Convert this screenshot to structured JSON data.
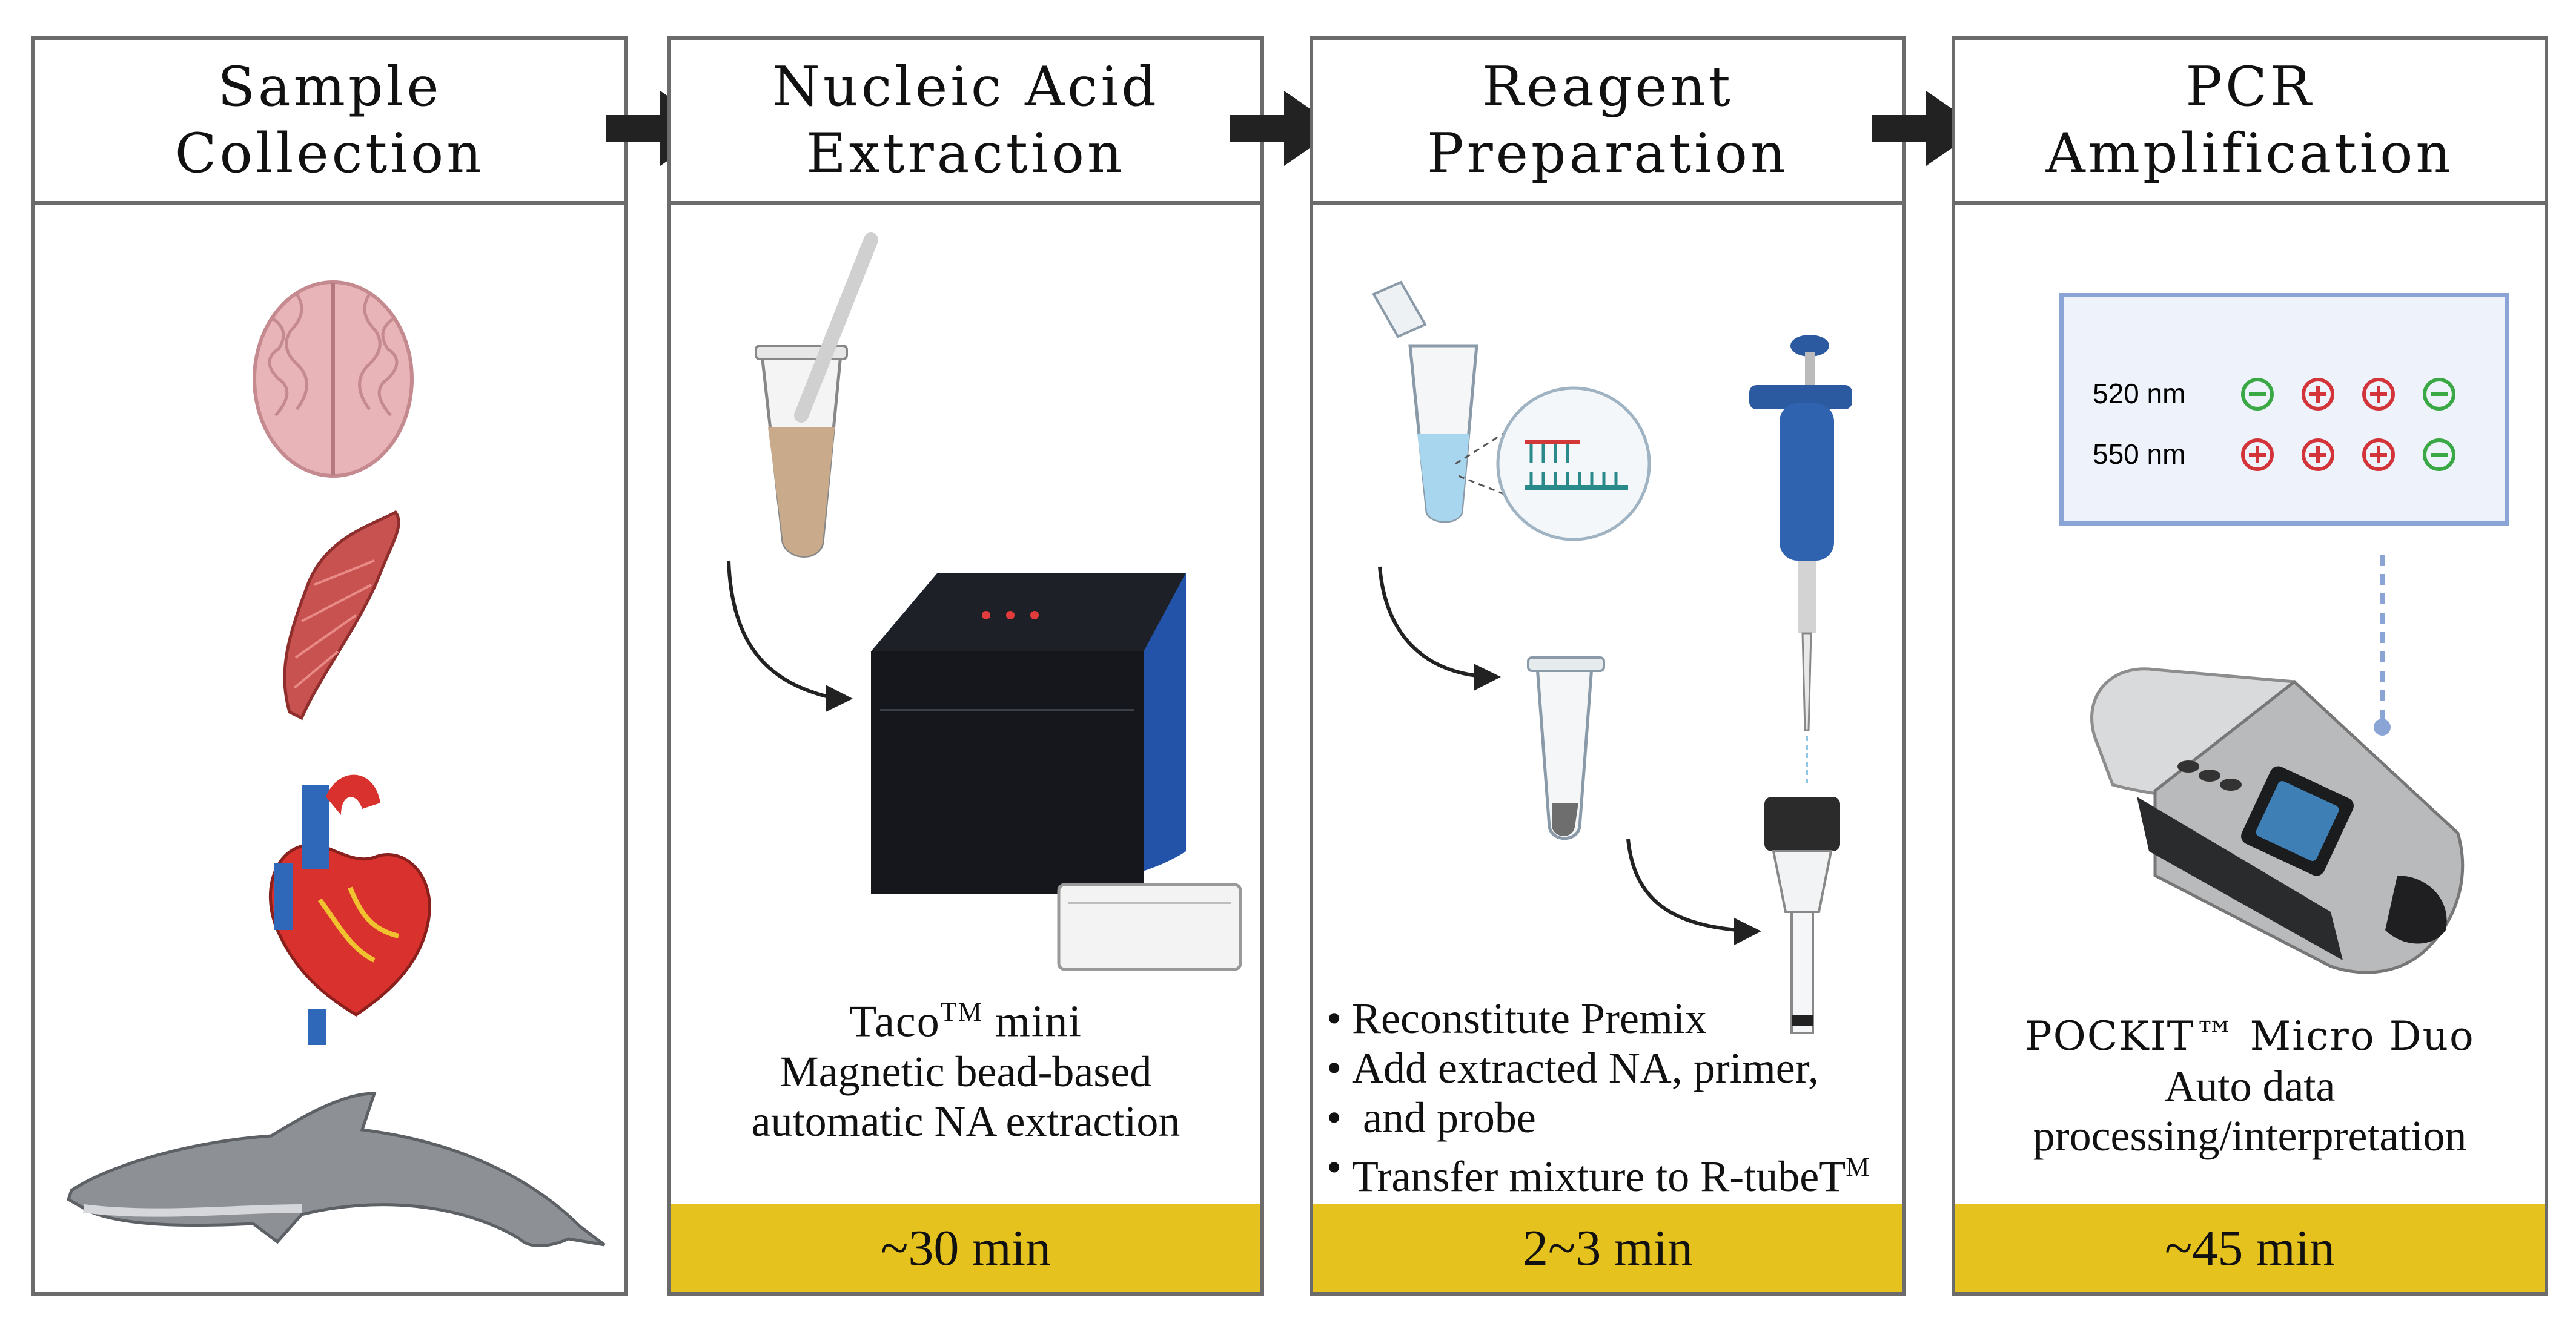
{
  "steps": [
    {
      "title": "Sample\nCollection",
      "samples": [
        "brain-icon",
        "muscle-icon",
        "heart-icon",
        "dolphin-icon"
      ]
    },
    {
      "title": "Nucleic Acid\nExtraction",
      "device": "Taco",
      "device_tm": "TM",
      "device_suffix": " mini",
      "description_line1": "Magnetic bead-based",
      "description_line2": "automatic NA extraction",
      "time": "~30 min"
    },
    {
      "title": "Reagent\nPreparation",
      "bullets": [
        "Reconstitute Premix",
        "Add extracted NA, primer,",
        "and probe",
        "Transfer mixture to R-tubeT"
      ],
      "bullet_tm": "M",
      "time": "2~3 min"
    },
    {
      "title": "PCR\nAmplification",
      "device": "POCKIT™ Micro Duo",
      "description_line1": "Auto data",
      "description_line2": "processing/interpretation",
      "time": "~45 min",
      "result_panel": {
        "rows": [
          {
            "label": "520 nm",
            "results": [
              "-",
              "+",
              "+",
              "-"
            ]
          },
          {
            "label": "550 nm",
            "results": [
              "+",
              "+",
              "+",
              "-"
            ]
          }
        ]
      }
    }
  ],
  "colors": {
    "time_bar": "#e6c21f",
    "border": "#6b6b6b",
    "arrow": "#222222",
    "positive": "#d2343a",
    "negative": "#3aa845",
    "result_panel_border": "#8aa4d6",
    "result_panel_bg": "#eef3fb"
  }
}
